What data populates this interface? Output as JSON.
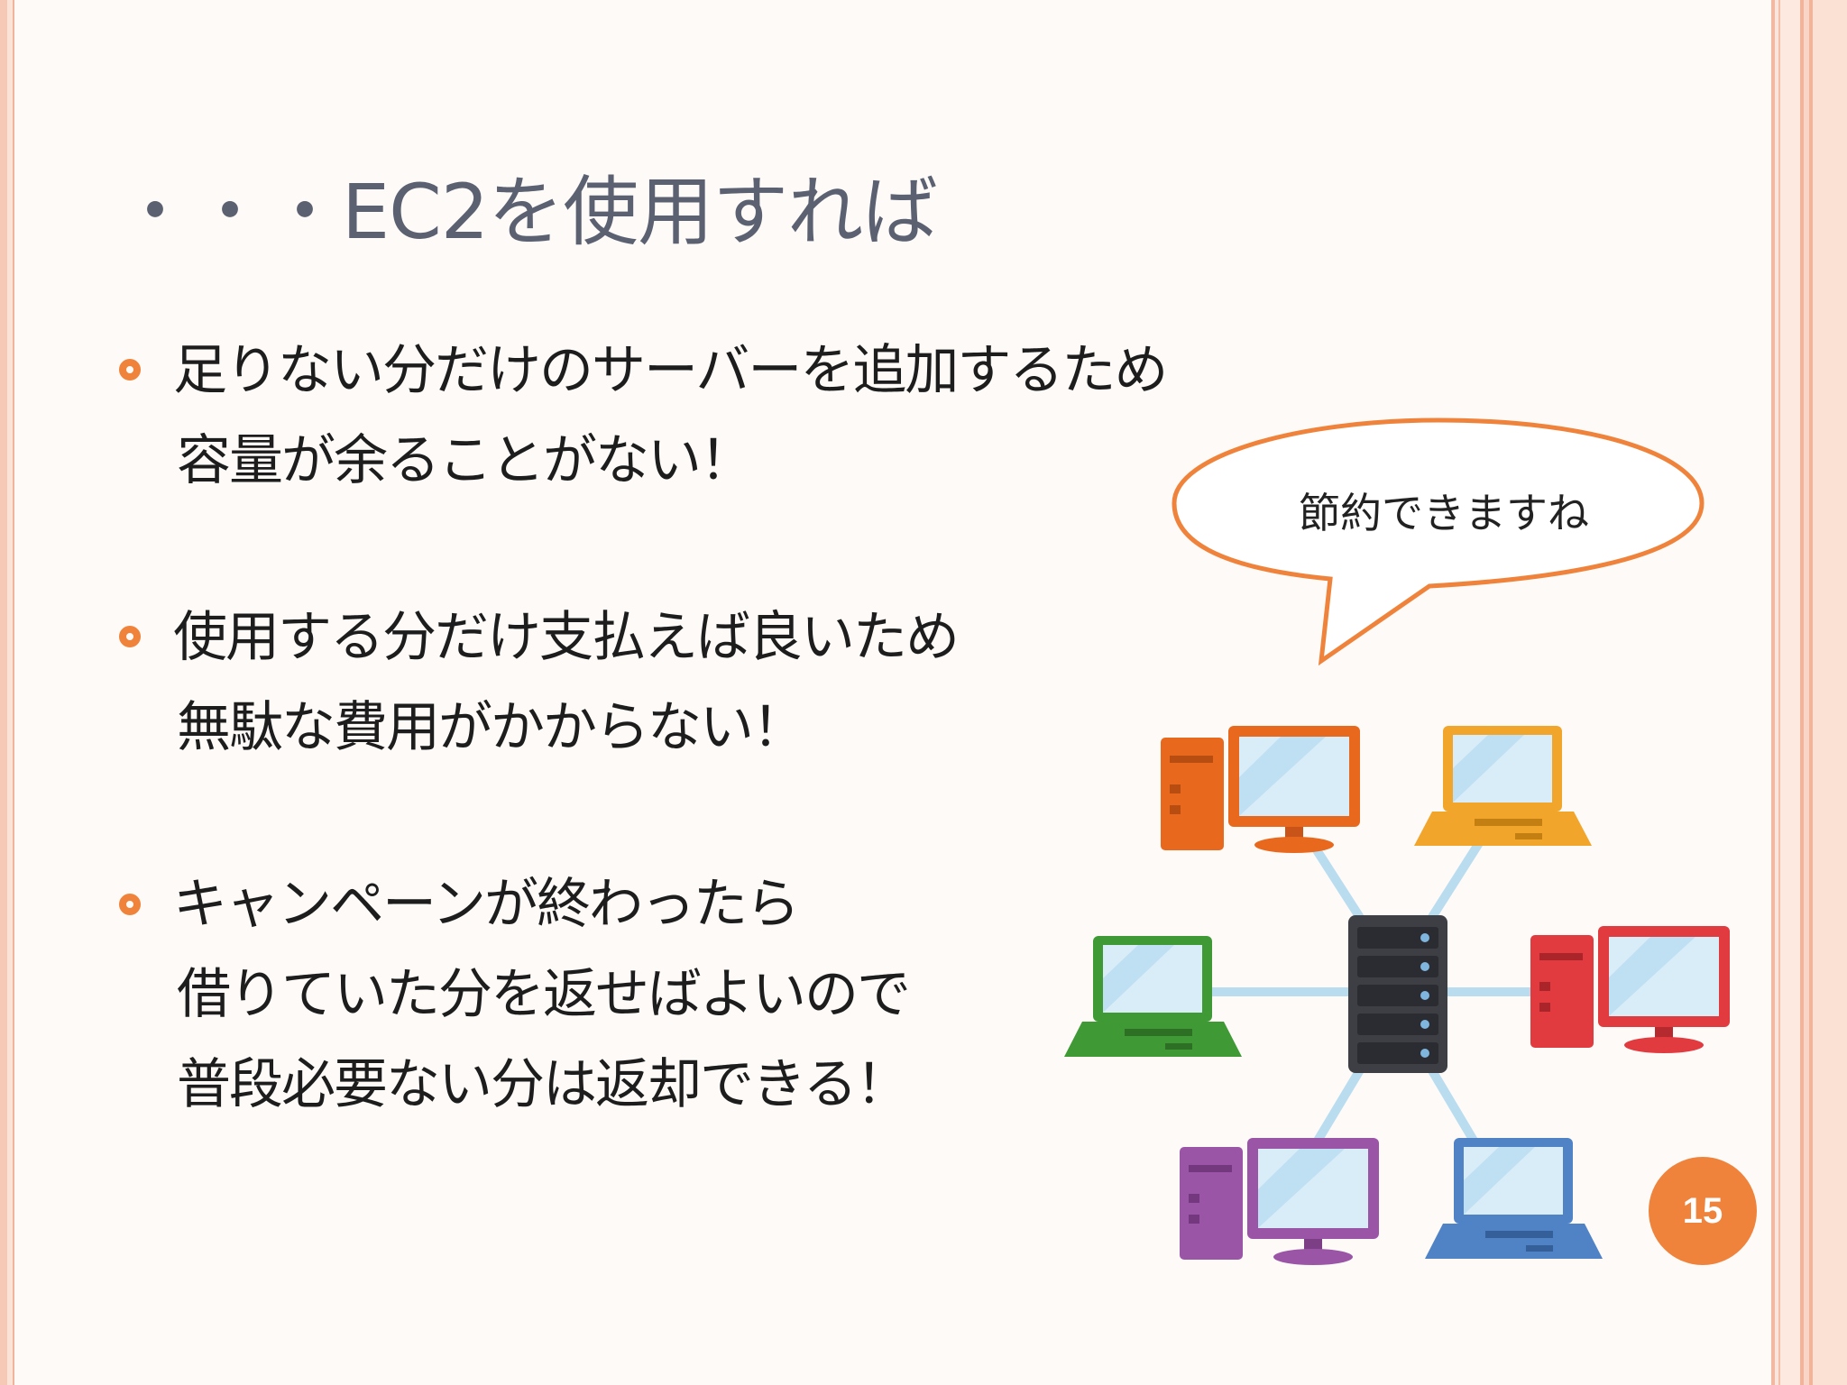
{
  "slide": {
    "title": "・・・EC2を使用すれば",
    "bullets": [
      {
        "lines": [
          "足りない分だけのサーバーを追加するため",
          "容量が余ることがない！"
        ]
      },
      {
        "lines": [
          "使用する分だけ支払えば良いため",
          "無駄な費用がかからない！"
        ]
      },
      {
        "lines": [
          "キャンペーンが終わったら",
          "借りていた分を返せばよいので",
          "普段必要ない分は返却できる！"
        ]
      }
    ],
    "speech_bubble": "節約できますね",
    "page_number": "15"
  },
  "illustration": {
    "icons": [
      "server-icon",
      "desktop-computer-icon",
      "laptop-icon"
    ],
    "colors": {
      "accent": "#f0833b",
      "orange": "#e8691e",
      "yellow": "#f1a52a",
      "green": "#3f9a35",
      "red": "#e13a3f",
      "purple": "#9b55a6",
      "blue": "#4f83c6",
      "link": "#b9dcef",
      "server": "#3d3f45"
    }
  }
}
